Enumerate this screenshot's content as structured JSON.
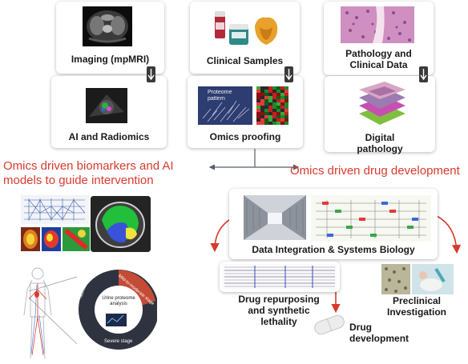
{
  "top_cards": [
    {
      "label": "Imaging (mpMRI)"
    },
    {
      "label": "Clinical Samples"
    },
    {
      "label": "Pathology and\nClinical Data"
    }
  ],
  "middle_cards": [
    {
      "label": "AI and Radiomics"
    },
    {
      "label": "Omics proofing"
    },
    {
      "label": "Digital\npathology"
    }
  ],
  "left_heading": "Omics driven biomarkers and AI\nmodels to guide intervention",
  "right_heading": "Omics driven drug development",
  "systems_label": "Data Integration & Systems Biology",
  "outputs": [
    {
      "label": "Drug repurposing\nand synthetic\nlethality"
    },
    {
      "label": "Preclinical\nInvestigation"
    },
    {
      "label": "Drug\ndevelopment"
    }
  ],
  "proteome_label": "Proteome\npattern",
  "progression": {
    "center_text": "Urine proteome\nanalysis",
    "stages": [
      "Normal stage",
      "Mild-to-moderate stage",
      "Severe stage"
    ]
  },
  "colors": {
    "accent_red": "#d83a2e",
    "arrow_gray": "#555e6b"
  }
}
